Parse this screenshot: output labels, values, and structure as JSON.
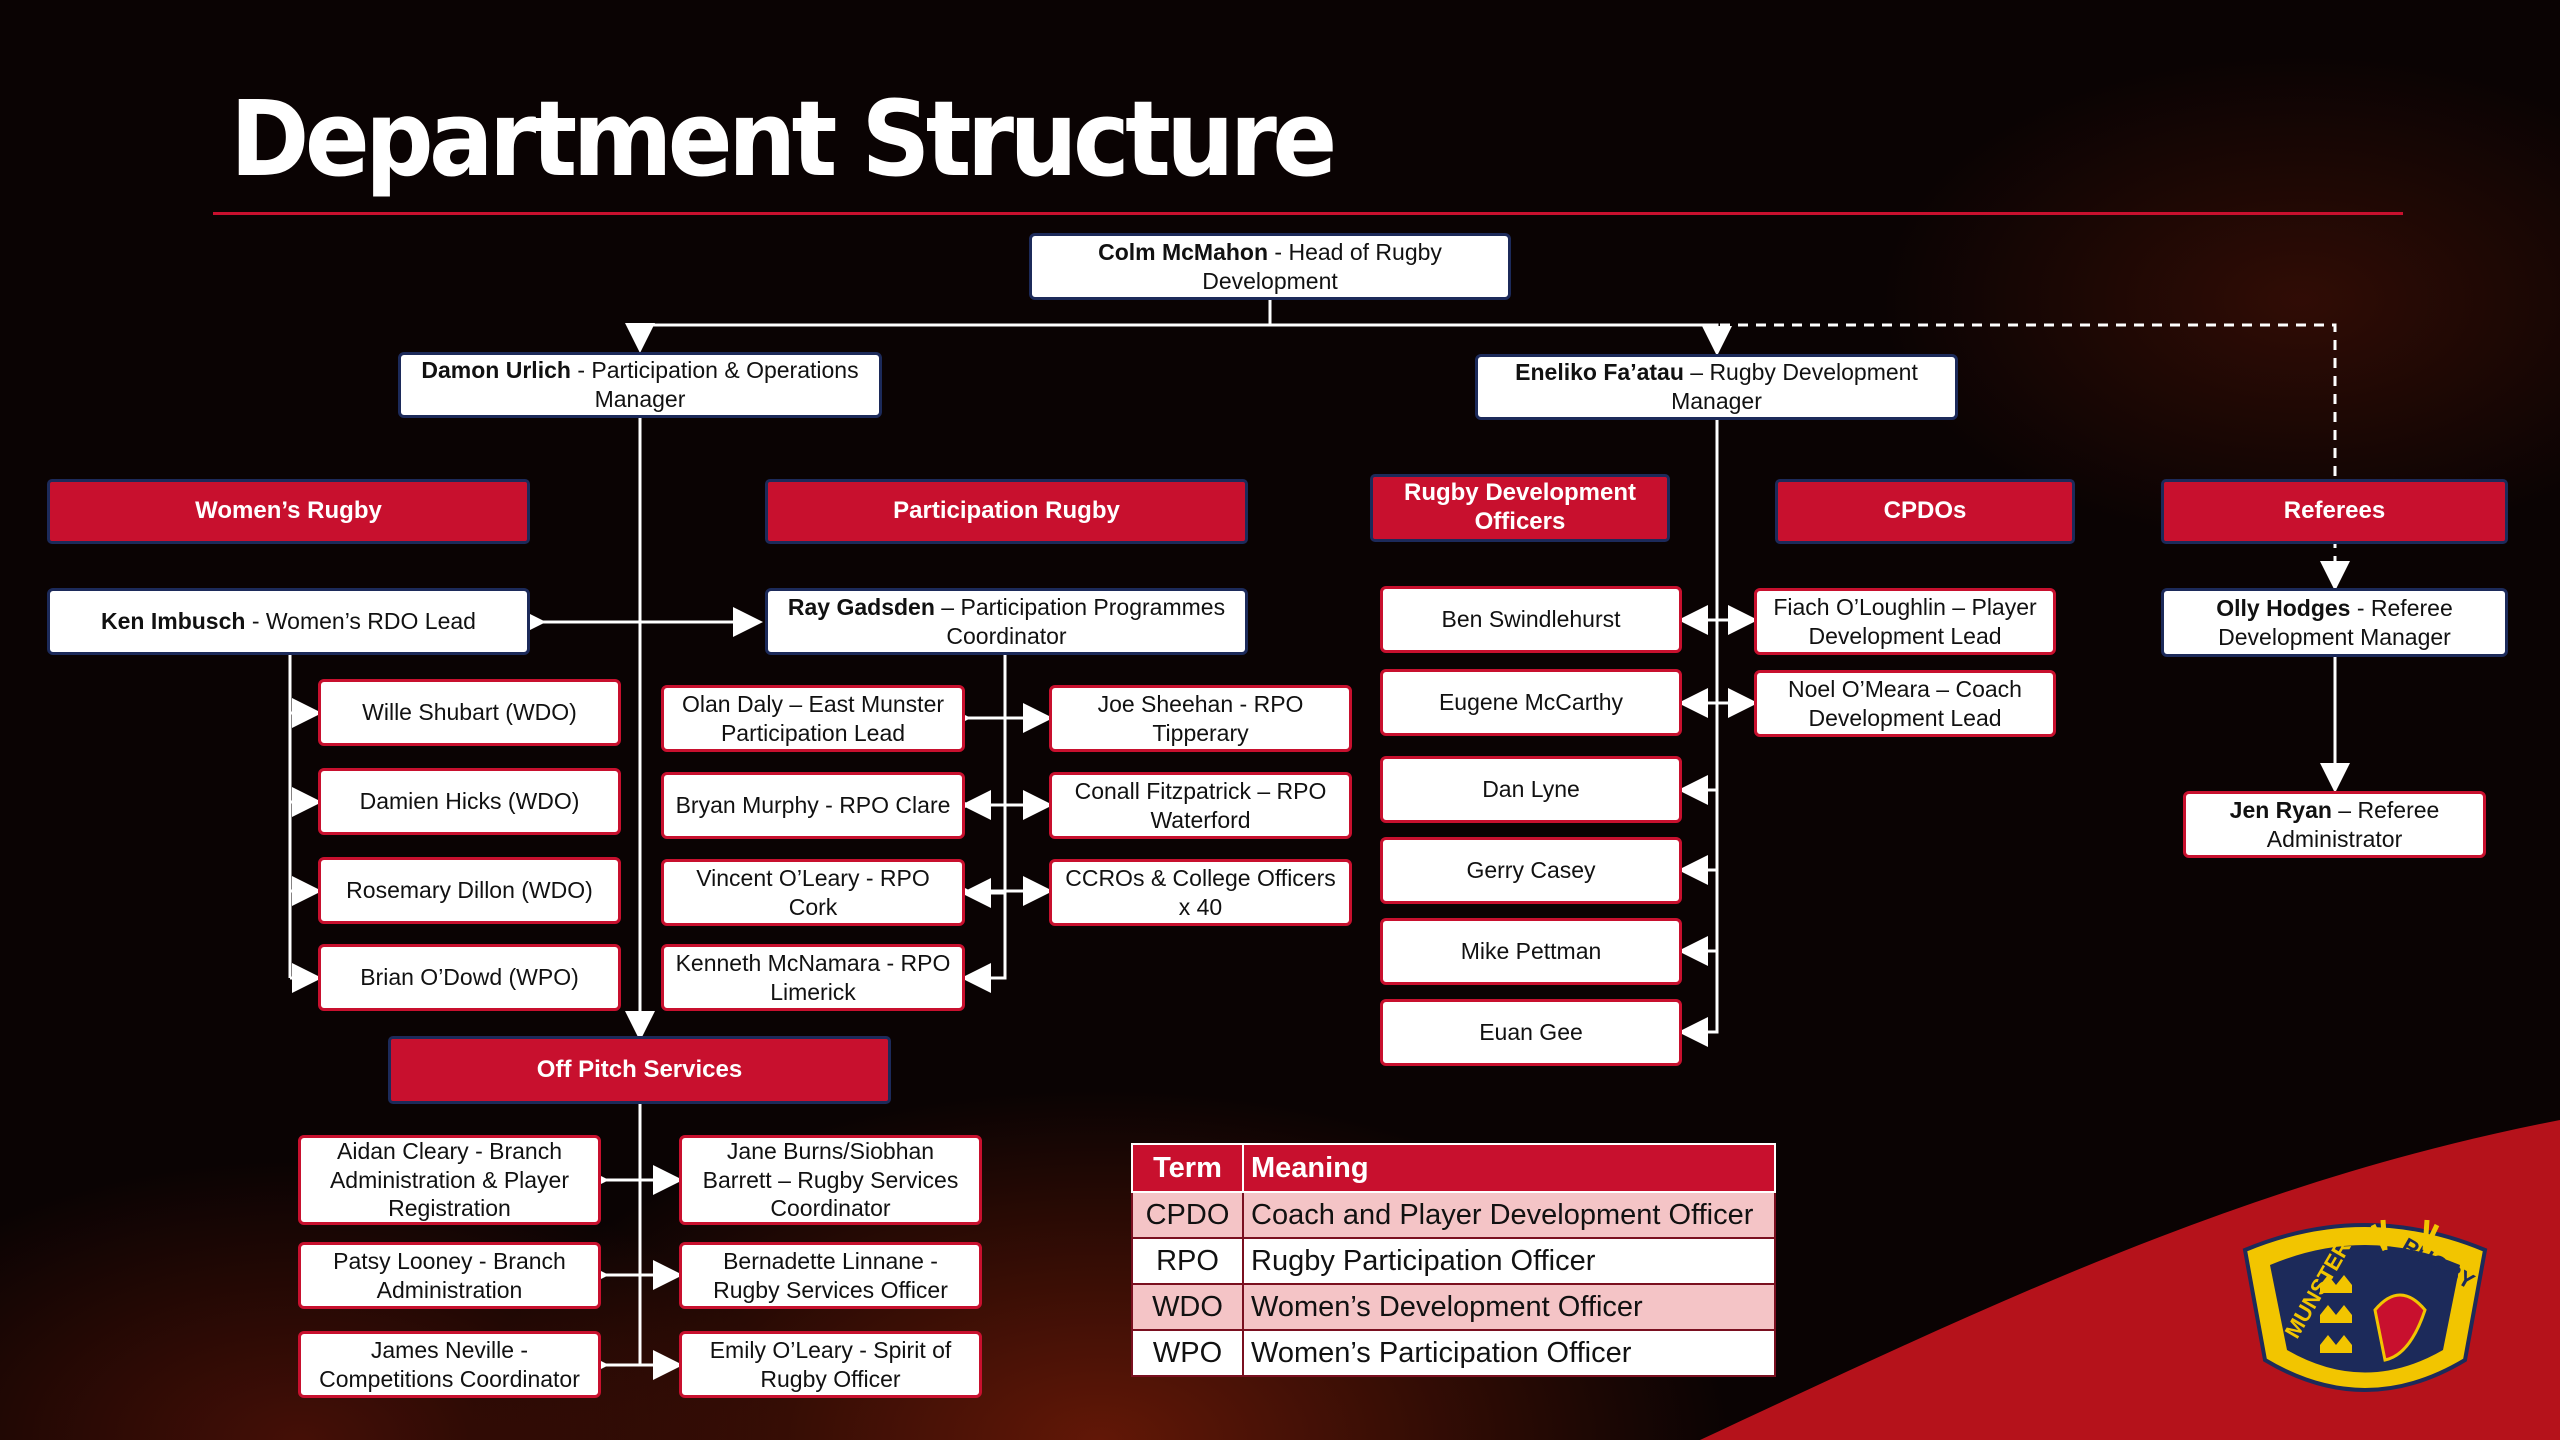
{
  "title": "Department Structure",
  "head": {
    "name": "Colm McMahon",
    "role": " - Head of Rugby Development"
  },
  "damon": {
    "name": "Damon Urlich",
    "role": " - Participation & Operations Manager"
  },
  "eneliko": {
    "name": "Eneliko Fa’atau",
    "role": " – Rugby Development Manager"
  },
  "headers": {
    "womens": "Women’s Rugby",
    "participation": "Participation Rugby",
    "rdo": "Rugby Development Officers",
    "cpdos": "CPDOs",
    "referees": "Referees",
    "offpitch": "Off Pitch Services"
  },
  "ken": {
    "name": "Ken Imbusch",
    "role": " - Women’s RDO Lead"
  },
  "ray": {
    "name": "Ray Gadsden",
    "role": " – Participation Programmes Coordinator"
  },
  "olly": {
    "name": "Olly Hodges",
    "role": " - Referee Development Manager"
  },
  "jen": {
    "name": "Jen Ryan",
    "role": " – Referee Administrator"
  },
  "womens_staff": [
    "Wille Shubart (WDO)",
    "Damien Hicks (WDO)",
    "Rosemary Dillon (WDO)",
    "Brian O’Dowd (WPO)"
  ],
  "participation_left": [
    "Olan Daly – East Munster Participation Lead",
    "Bryan Murphy - RPO Clare",
    "Vincent O’Leary - RPO Cork",
    "Kenneth McNamara - RPO Limerick"
  ],
  "participation_right": [
    "Joe Sheehan - RPO Tipperary",
    "Conall Fitzpatrick – RPO Waterford",
    "CCROs & College Officers x 40"
  ],
  "rdo_staff": [
    "Ben Swindlehurst",
    "Eugene McCarthy",
    "Dan Lyne",
    "Gerry Casey",
    "Mike Pettman",
    "Euan Gee"
  ],
  "cpdo_staff": [
    "Fiach O’Loughlin – Player Development Lead",
    "Noel O’Meara – Coach Development Lead"
  ],
  "offpitch_left": [
    "Aidan Cleary - Branch Administration & Player Registration",
    "Patsy Looney - Branch Administration",
    "James Neville - Competitions Coordinator"
  ],
  "offpitch_right": [
    "Jane Burns/Siobhan Barrett – Rugby Services Coordinator",
    "Bernadette Linnane - Rugby Services Officer",
    "Emily O’Leary - Spirit of Rugby Officer"
  ],
  "legend": {
    "header_term": "Term",
    "header_meaning": "Meaning",
    "rows": [
      {
        "term": "CPDO",
        "meaning": "Coach and Player Development Officer"
      },
      {
        "term": "RPO",
        "meaning": "Rugby Participation Officer"
      },
      {
        "term": "WDO",
        "meaning": "Women’s Development Officer"
      },
      {
        "term": "WPO",
        "meaning": "Women’s Participation Officer"
      }
    ]
  },
  "logo": {
    "text_left": "MUNSTER",
    "text_right": "RUGBY"
  },
  "colors": {
    "brand_red": "#c8102e",
    "navy": "#1c2a5a",
    "gold": "#f2c500",
    "pink_row": "#f4c4c6"
  }
}
